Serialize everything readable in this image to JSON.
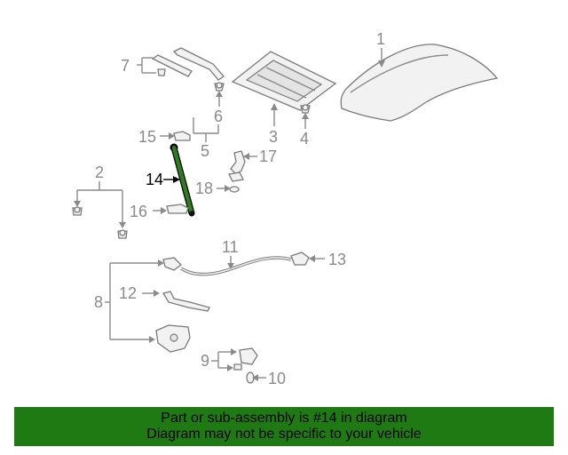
{
  "labels": {
    "p1": "1",
    "p2": "2",
    "p3": "3",
    "p4": "4",
    "p5": "5",
    "p6": "6",
    "p7": "7",
    "p8": "8",
    "p9": "9",
    "p10": "10",
    "p11": "11",
    "p12": "12",
    "p13": "13",
    "p14": "14",
    "p15": "15",
    "p16": "16",
    "p17": "17",
    "p18": "18"
  },
  "banner": {
    "line1": "Part or sub-assembly is #14 in diagram",
    "line2": "Diagram may not be specific to your vehicle"
  },
  "colors": {
    "highlight_part": "#2e7d1e",
    "banner_bg": "#1f7a14",
    "label_gray": "#8a8a8a"
  }
}
